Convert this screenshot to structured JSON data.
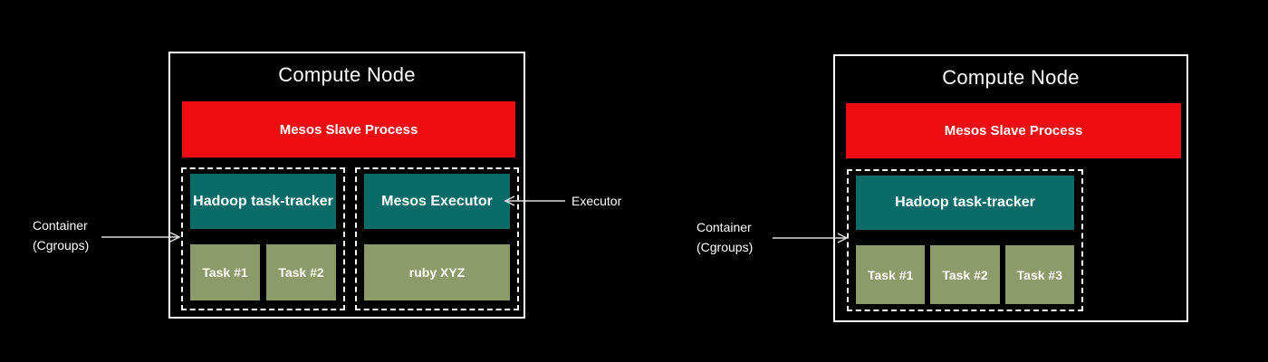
{
  "colors": {
    "background": "#000000",
    "node_border": "#ffffff",
    "slave_process": "#ee0c10",
    "executor_box": "#0b6b68",
    "task_box": "#8d9a69",
    "text": "#ffffff",
    "arrow": "#dddddd"
  },
  "left_node": {
    "title": "Compute Node",
    "slave_process": "Mesos Slave Process",
    "containers": [
      {
        "executor": "Hadoop task-tracker",
        "tasks": [
          "Task #1",
          "Task #2"
        ]
      },
      {
        "executor": "Mesos Executor",
        "tasks": [
          "ruby XYZ"
        ]
      }
    ]
  },
  "right_node": {
    "title": "Compute Node",
    "slave_process": "Mesos Slave Process",
    "containers": [
      {
        "executor": "Hadoop task-tracker",
        "tasks": [
          "Task #1",
          "Task #2",
          "Task #3"
        ]
      }
    ]
  },
  "annotations": {
    "container_label_left": "Container\n(Cgroups)",
    "executor_label": "Executor",
    "container_label_right": "Container\n(Cgroups)"
  }
}
